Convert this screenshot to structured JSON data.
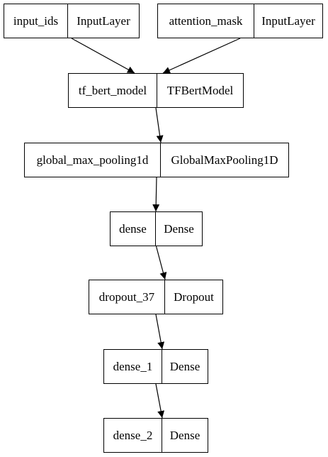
{
  "diagram": {
    "nodes": [
      {
        "id": "input_ids",
        "name": "input_ids",
        "type": "InputLayer"
      },
      {
        "id": "attention_mask",
        "name": "attention_mask",
        "type": "InputLayer"
      },
      {
        "id": "tf_bert_model",
        "name": "tf_bert_model",
        "type": "TFBertModel"
      },
      {
        "id": "global_max_pooling1d",
        "name": "global_max_pooling1d",
        "type": "GlobalMaxPooling1D"
      },
      {
        "id": "dense",
        "name": "dense",
        "type": "Dense"
      },
      {
        "id": "dropout_37",
        "name": "dropout_37",
        "type": "Dropout"
      },
      {
        "id": "dense_1",
        "name": "dense_1",
        "type": "Dense"
      },
      {
        "id": "dense_2",
        "name": "dense_2",
        "type": "Dense"
      }
    ],
    "edges": [
      {
        "from": "input_ids",
        "to": "tf_bert_model"
      },
      {
        "from": "attention_mask",
        "to": "tf_bert_model"
      },
      {
        "from": "tf_bert_model",
        "to": "global_max_pooling1d"
      },
      {
        "from": "global_max_pooling1d",
        "to": "dense"
      },
      {
        "from": "dense",
        "to": "dropout_37"
      },
      {
        "from": "dropout_37",
        "to": "dense_1"
      },
      {
        "from": "dense_1",
        "to": "dense_2"
      }
    ]
  }
}
